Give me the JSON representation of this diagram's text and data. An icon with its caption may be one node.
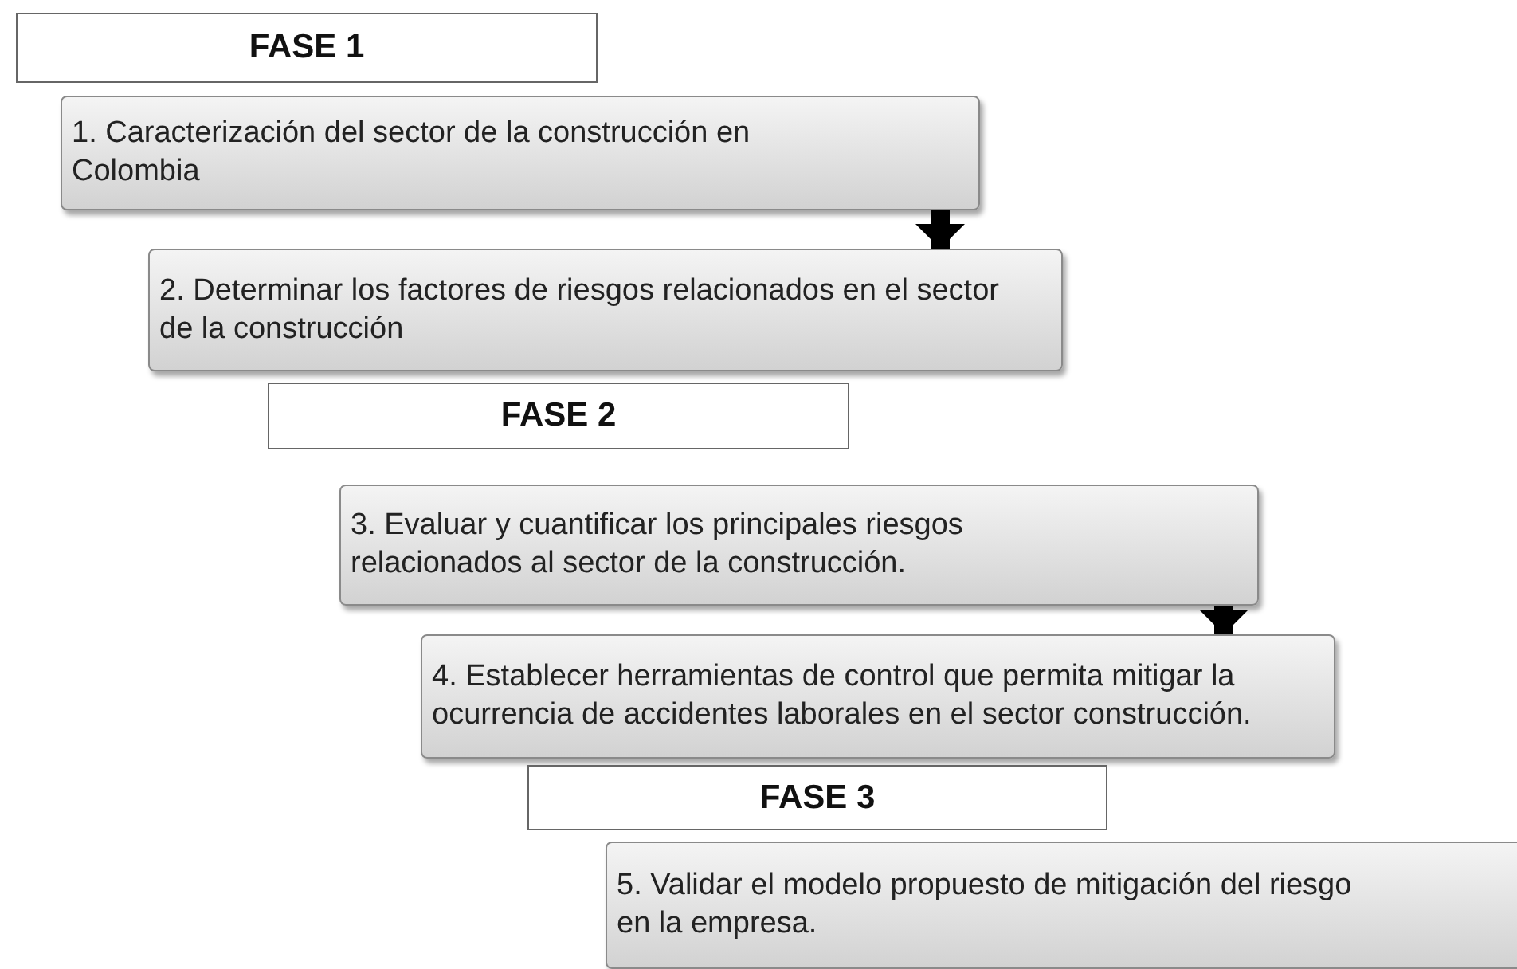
{
  "diagram": {
    "nodes": [
      {
        "text": [
          "FASE 1"
        ]
      },
      {
        "text": [
          "1. Caracterización del sector de la construcción en Colombia"
        ]
      },
      {
        "text": [
          "2. Determinar los factores de riesgos relacionados en el sector de la construcción"
        ]
      },
      {
        "text": [
          "FASE 2"
        ]
      },
      {
        "text": [
          "3. Evaluar y cuantificar los principales riesgos relacionados al sector de la construcción."
        ]
      },
      {
        "text": [
          "4. Establecer herramientas de control que permita mitigar la ocurrencia de accidentes laborales en el sector construcción."
        ]
      },
      {
        "text": [
          "FASE 3"
        ]
      },
      {
        "text": [
          "5. Validar el modelo propuesto de mitigación del riesgo en la empresa."
        ]
      }
    ],
    "edges": [
      {
        "from": 1,
        "to": 2,
        "arrow": "to"
      },
      {
        "from": 4,
        "to": 5,
        "arrow": "to"
      }
    ]
  }
}
